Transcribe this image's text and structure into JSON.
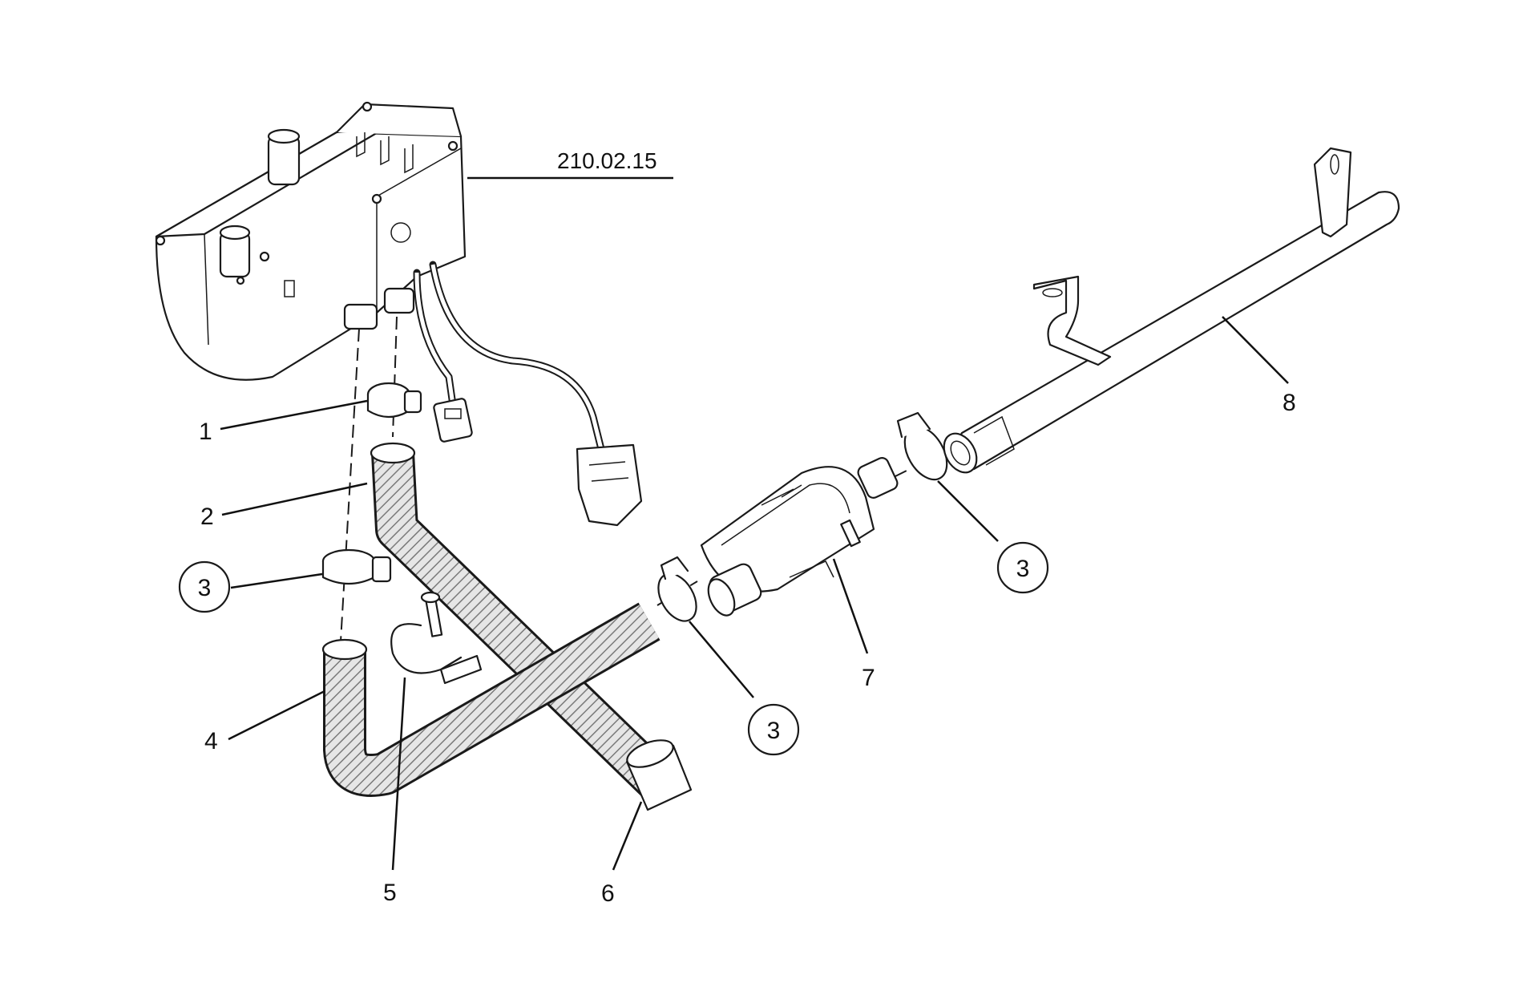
{
  "reference": "210.02.15",
  "callouts": [
    {
      "id": "c1",
      "label": "1",
      "circled": false
    },
    {
      "id": "c2",
      "label": "2",
      "circled": false
    },
    {
      "id": "c3a",
      "label": "3",
      "circled": true
    },
    {
      "id": "c3b",
      "label": "3",
      "circled": true
    },
    {
      "id": "c3c",
      "label": "3",
      "circled": true
    },
    {
      "id": "c4",
      "label": "4",
      "circled": false
    },
    {
      "id": "c5",
      "label": "5",
      "circled": false
    },
    {
      "id": "c6",
      "label": "6",
      "circled": false
    },
    {
      "id": "c7",
      "label": "7",
      "circled": false
    },
    {
      "id": "c8",
      "label": "8",
      "circled": false
    }
  ],
  "colors": {
    "line": "#1a1a1a",
    "background": "#ffffff",
    "hose_fill": "#d9d9d9"
  }
}
